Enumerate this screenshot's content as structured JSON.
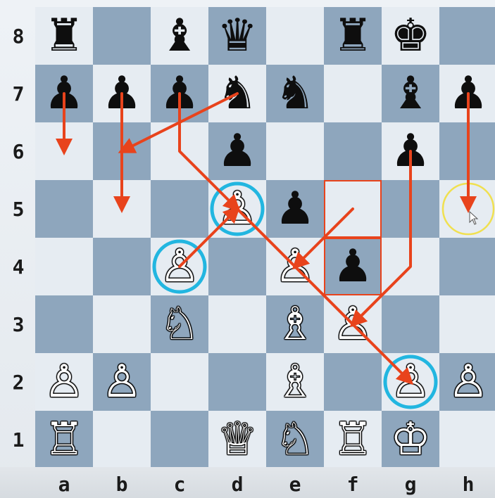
{
  "board": {
    "files": [
      "a",
      "b",
      "c",
      "d",
      "e",
      "f",
      "g",
      "h"
    ],
    "ranks": [
      "8",
      "7",
      "6",
      "5",
      "4",
      "3",
      "2",
      "1"
    ],
    "colors": {
      "light": "#e6ecf2",
      "dark": "#8ea6bd"
    },
    "pieces": [
      {
        "sq": "a8",
        "type": "rook",
        "color": "black",
        "glyph": "♜"
      },
      {
        "sq": "c8",
        "type": "bishop",
        "color": "black",
        "glyph": "♝"
      },
      {
        "sq": "d8",
        "type": "queen",
        "color": "black",
        "glyph": "♛"
      },
      {
        "sq": "f8",
        "type": "rook",
        "color": "black",
        "glyph": "♜"
      },
      {
        "sq": "g8",
        "type": "king",
        "color": "black",
        "glyph": "♚"
      },
      {
        "sq": "a7",
        "type": "pawn",
        "color": "black",
        "glyph": "♟"
      },
      {
        "sq": "b7",
        "type": "pawn",
        "color": "black",
        "glyph": "♟"
      },
      {
        "sq": "c7",
        "type": "pawn",
        "color": "black",
        "glyph": "♟"
      },
      {
        "sq": "d7",
        "type": "knight",
        "color": "black",
        "glyph": "♞"
      },
      {
        "sq": "e7",
        "type": "knight",
        "color": "black",
        "glyph": "♞"
      },
      {
        "sq": "g7",
        "type": "bishop",
        "color": "black",
        "glyph": "♝"
      },
      {
        "sq": "h7",
        "type": "pawn",
        "color": "black",
        "glyph": "♟"
      },
      {
        "sq": "d6",
        "type": "pawn",
        "color": "black",
        "glyph": "♟"
      },
      {
        "sq": "g6",
        "type": "pawn",
        "color": "black",
        "glyph": "♟"
      },
      {
        "sq": "d5",
        "type": "pawn",
        "color": "white",
        "glyph": "♙"
      },
      {
        "sq": "e5",
        "type": "pawn",
        "color": "black",
        "glyph": "♟"
      },
      {
        "sq": "c4",
        "type": "pawn",
        "color": "white",
        "glyph": "♙"
      },
      {
        "sq": "e4",
        "type": "pawn",
        "color": "white",
        "glyph": "♙"
      },
      {
        "sq": "f4",
        "type": "pawn",
        "color": "black",
        "glyph": "♟"
      },
      {
        "sq": "c3",
        "type": "knight",
        "color": "white",
        "glyph": "♘"
      },
      {
        "sq": "e3",
        "type": "bishop",
        "color": "white",
        "glyph": "♗"
      },
      {
        "sq": "f3",
        "type": "pawn",
        "color": "white",
        "glyph": "♙"
      },
      {
        "sq": "a2",
        "type": "pawn",
        "color": "white",
        "glyph": "♙"
      },
      {
        "sq": "b2",
        "type": "pawn",
        "color": "white",
        "glyph": "♙"
      },
      {
        "sq": "e2",
        "type": "bishop",
        "color": "white",
        "glyph": "♗"
      },
      {
        "sq": "g2",
        "type": "pawn",
        "color": "white",
        "glyph": "♙"
      },
      {
        "sq": "h2",
        "type": "pawn",
        "color": "white",
        "glyph": "♙"
      },
      {
        "sq": "a1",
        "type": "rook",
        "color": "white",
        "glyph": "♖"
      },
      {
        "sq": "d1",
        "type": "queen",
        "color": "white",
        "glyph": "♕"
      },
      {
        "sq": "e1",
        "type": "knight",
        "color": "white",
        "glyph": "♘"
      },
      {
        "sq": "f1",
        "type": "rook",
        "color": "white",
        "glyph": "♖"
      },
      {
        "sq": "g1",
        "type": "king",
        "color": "white",
        "glyph": "♔"
      }
    ]
  },
  "annotations": {
    "arrow_color": "#e8431c",
    "circle_color": "#22b6e0",
    "highlight_circle_color": "#f0e050",
    "square_box_color": "#e8431c",
    "circled_squares": [
      "d5",
      "c4",
      "g2"
    ],
    "highlight_circled_squares": [
      "h5"
    ],
    "boxed_squares": [
      "f5",
      "f4"
    ],
    "arrows": [
      {
        "from": "a7",
        "to": "a6"
      },
      {
        "from": "b7",
        "to": "b5"
      },
      {
        "from": "d7",
        "to": "b6"
      },
      {
        "from": "c7",
        "to": "c6",
        "then": "d5"
      },
      {
        "from": "c4",
        "to": "d5"
      },
      {
        "from": "f5",
        "to": "e4"
      },
      {
        "from": "d5",
        "to": "g2"
      },
      {
        "from": "g6",
        "to": "g4",
        "then": "f3"
      },
      {
        "from": "h7",
        "to": "h5"
      }
    ]
  }
}
